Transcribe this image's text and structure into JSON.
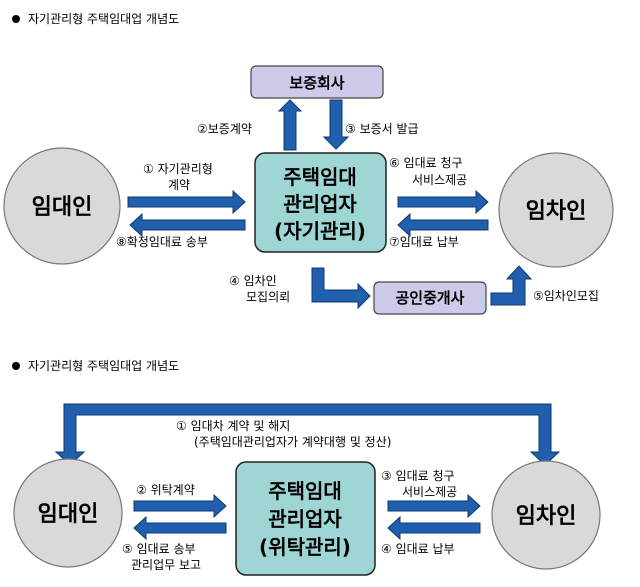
{
  "diagram1": {
    "header": "자기관리형 주택임대업 개념도",
    "landlord": "임대인",
    "tenant": "임차인",
    "core": [
      "주택임대",
      "관리업자",
      "(자기관리)"
    ],
    "guarantor": "보증회사",
    "broker": "공인중개사",
    "steps": {
      "s2": "②보증계약",
      "s3": "③ 보증서 발급",
      "s1_line1": "① 자기관리형",
      "s1_line2": "계약",
      "s8": "⑧확정임대료 송부",
      "s6_line1": "⑥ 임대료 청구",
      "s6_line2": "서비스제공",
      "s7": "⑦임대료 납부",
      "s4_line1": "④ 임차인",
      "s4_line2": "모집의뢰",
      "s5": "⑤임차인모집"
    }
  },
  "diagram2": {
    "header": "자기관리형 주택임대업 개념도",
    "landlord": "임대인",
    "tenant": "임차인",
    "core": [
      "주택임대",
      "관리업자",
      "(위탁관리)"
    ],
    "steps": {
      "s1_line1": "① 임대차 계약 및 해지",
      "s1_line2": "(주택임대관리업자가 계약대행 및 정산)",
      "s2": "② 위탁계약",
      "s5_line1": "⑤ 임대료 송부",
      "s5_line2": "관리업무 보고",
      "s3_line1": "③ 임대료 청구",
      "s3_line2": "서비스제공",
      "s4": "④ 임대료 납부"
    }
  },
  "colors": {
    "arrow": "#1f5fae",
    "core_fill": "#9ed5d5",
    "box_fill": "#ccccea",
    "circle_fill": "#d9d9d9"
  }
}
